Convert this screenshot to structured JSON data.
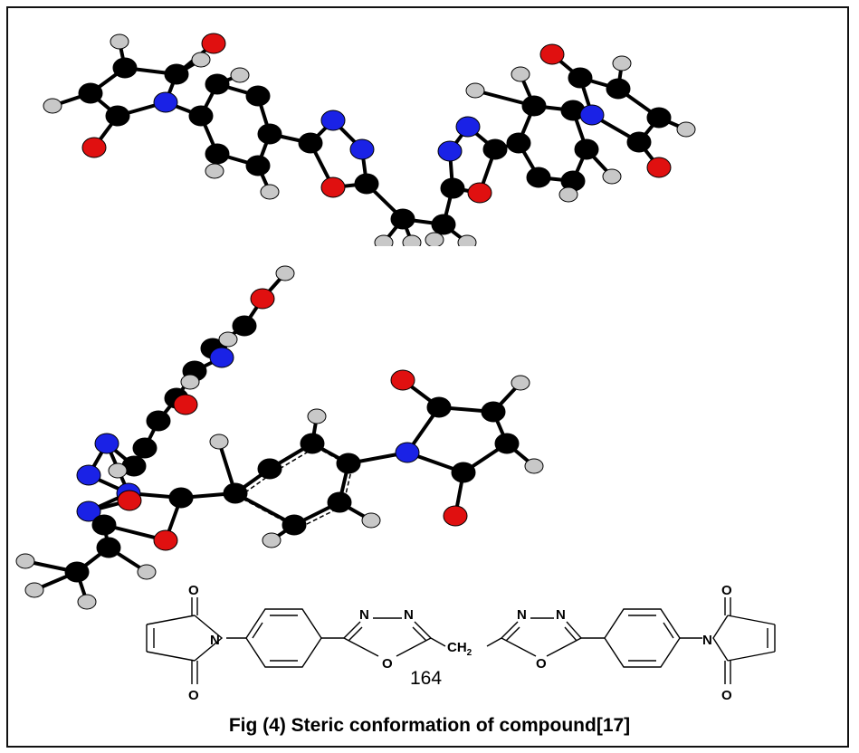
{
  "figure": {
    "caption": "Fig (4) Steric  conformation of compound[17]",
    "page_number": "164"
  },
  "structure_labels": {
    "oxygen": "O",
    "nitrogen": "N",
    "bridge": "CH",
    "bridge_subscript": "2"
  },
  "colors": {
    "carbon": "#000000",
    "nitrogen": "#1a22e6",
    "oxygen": "#e01010",
    "hydrogen": "#c8c8c8",
    "border": "#111111"
  }
}
